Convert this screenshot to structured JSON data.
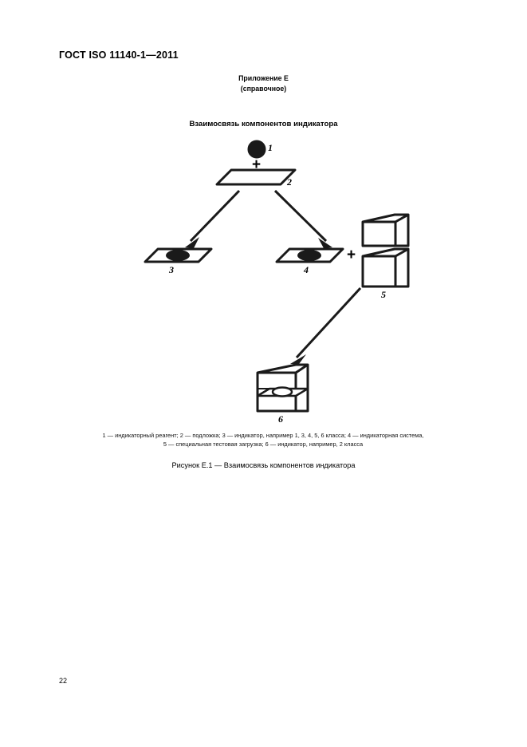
{
  "document": {
    "standard_header": "ГОСТ ISO 11140-1—2011",
    "annex_title": "Приложение Е",
    "annex_subtitle": "(справочное)",
    "section_title": "Взаимосвязь компонентов индикатора",
    "page_number": "22"
  },
  "figure": {
    "caption": "Рисунок Е.1 — Взаимосвязь компонентов индикатора",
    "legend_line_1": "1 — индикаторный реагент; 2 — подложка; 3 — индикатор, например 1, 3, 4, 5, 6 класса; 4 — индикаторная система,",
    "legend_line_2": "5 — специальная тестовая загрузка; 6 — индикатор, например, 2 класса",
    "operator_plus_top": "+",
    "operator_plus_right": "+",
    "items": [
      {
        "id": "1",
        "label": "1",
        "name": "индикаторный реагент",
        "shape": "circle"
      },
      {
        "id": "2",
        "label": "2",
        "name": "подложка",
        "shape": "parallelogram"
      },
      {
        "id": "3",
        "label": "3",
        "name": "индикатор, например 1, 3, 4, 5, 6 класса",
        "shape": "parallelogram-with-ellipse"
      },
      {
        "id": "4",
        "label": "4",
        "name": "индикаторная система",
        "shape": "parallelogram-with-ellipse"
      },
      {
        "id": "5",
        "label": "5",
        "name": "специальная тестовая загрузка",
        "shape": "stacked-boxes"
      },
      {
        "id": "6",
        "label": "6",
        "name": "индикатор, например, 2 класса",
        "shape": "open-box"
      }
    ],
    "stroke_color": "#1a1a1a",
    "fill_color": "#ffffff"
  }
}
